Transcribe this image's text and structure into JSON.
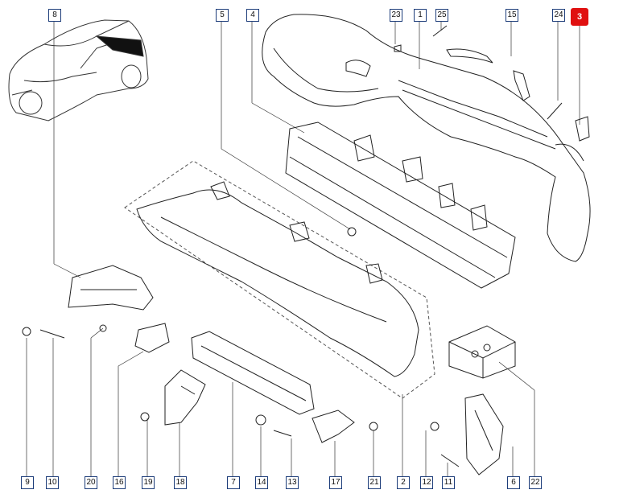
{
  "callouts": {
    "c1": "1",
    "c2": "2",
    "c3": "3",
    "c4": "4",
    "c5": "5",
    "c6": "6",
    "c7": "7",
    "c8": "8",
    "c9": "9",
    "c10": "10",
    "c11": "11",
    "c12": "12",
    "c13": "13",
    "c14": "14",
    "c15": "15",
    "c16": "16",
    "c17": "17",
    "c18": "18",
    "c19": "19",
    "c20": "20",
    "c21": "21",
    "c22": "22",
    "c23": "23",
    "c24": "24",
    "c25": "25"
  },
  "highlight_color": "#e01010",
  "line_color": "#1d3d7a"
}
